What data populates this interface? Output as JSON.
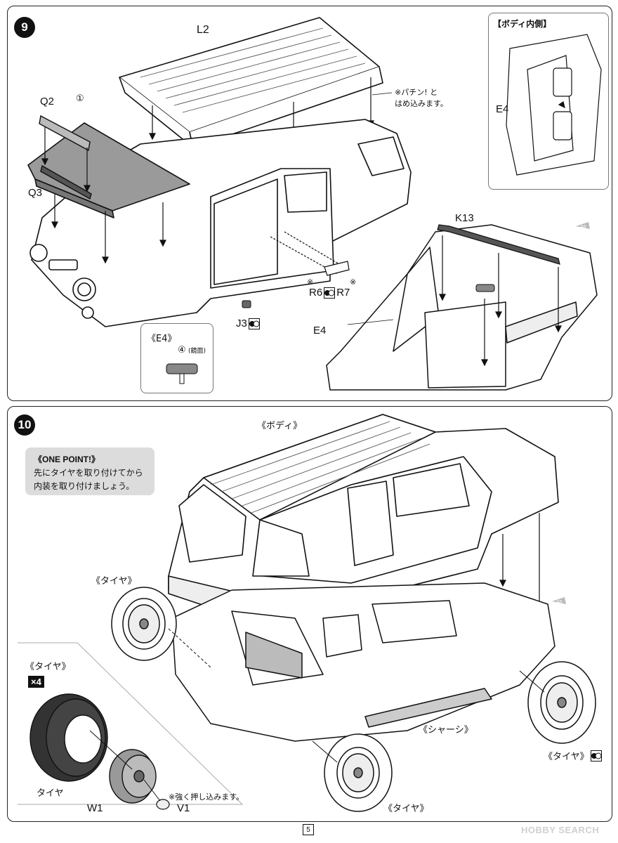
{
  "page_number": "5",
  "watermark": "HOBBY SEARCH",
  "step9": {
    "number": "9",
    "labels": {
      "roof": "L2",
      "hood_part": "Q2",
      "hood": "Q3",
      "circle_marker": "①",
      "roof_note": "※パチン! と\nはめ込みます。",
      "handle_left": "R6",
      "handle_right": "R7",
      "asterisk_left": "※",
      "asterisk_right": "※",
      "grille_part": "J3",
      "rail": "K13",
      "mirror": "E4"
    },
    "inset_inner": {
      "title": "【ボディ内側】",
      "label": "E4"
    },
    "inset_e4": {
      "title": "《E4》",
      "marker": "④",
      "marker_note": "(鏡面)"
    },
    "front_arrow": "前"
  },
  "step10": {
    "number": "10",
    "body_label": "《ボディ》",
    "chassis_label": "《シャーシ》",
    "tire_labels": {
      "top_left": "《タイヤ》",
      "right": "《タイヤ》",
      "bottom": "《タイヤ》"
    },
    "one_point": {
      "title": "《ONE POINT!》",
      "line1": "先にタイヤを取り付けてから",
      "line2": "内装を取り付けましょう。"
    },
    "tire_inset": {
      "title": "《タイヤ》",
      "count": "×4",
      "tire": "タイヤ",
      "wheel": "W1",
      "cap": "V1",
      "press_note": "※強く押し込みます。"
    },
    "front_arrow": "前"
  }
}
